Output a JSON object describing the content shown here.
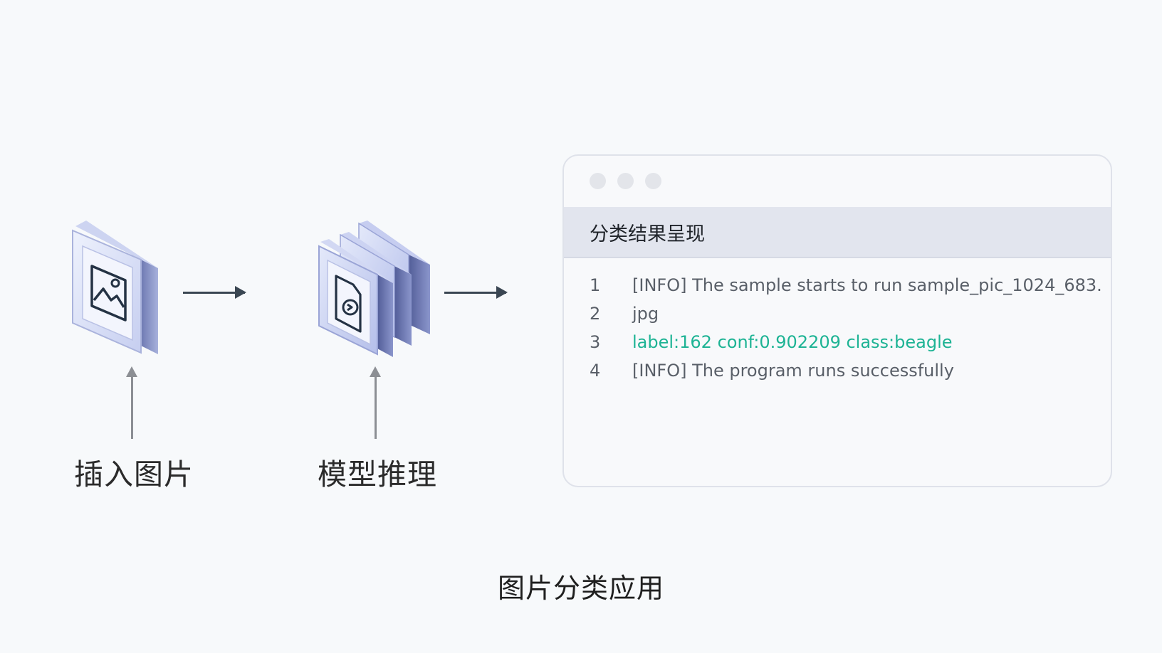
{
  "steps": [
    {
      "label": "插入图片",
      "icon": "image-icon"
    },
    {
      "label": "模型推理",
      "icon": "model-inference-icon"
    }
  ],
  "window": {
    "title": "分类结果呈现",
    "lines": [
      {
        "num": "1",
        "text": "[INFO] The sample starts to run sample_pic_1024_683."
      },
      {
        "num": "2",
        "text": "jpg"
      },
      {
        "num": "3",
        "text": "label:162  conf:0.902209  class:beagle",
        "highlight": true
      },
      {
        "num": "4",
        "text": "[INFO] The program runs successfully"
      }
    ]
  },
  "caption": "图片分类应用",
  "colors": {
    "background": "#f7f9fb",
    "highlight_text": "#1db394",
    "icon_face": "#dfe5f6",
    "icon_side": "#7b86bd"
  }
}
